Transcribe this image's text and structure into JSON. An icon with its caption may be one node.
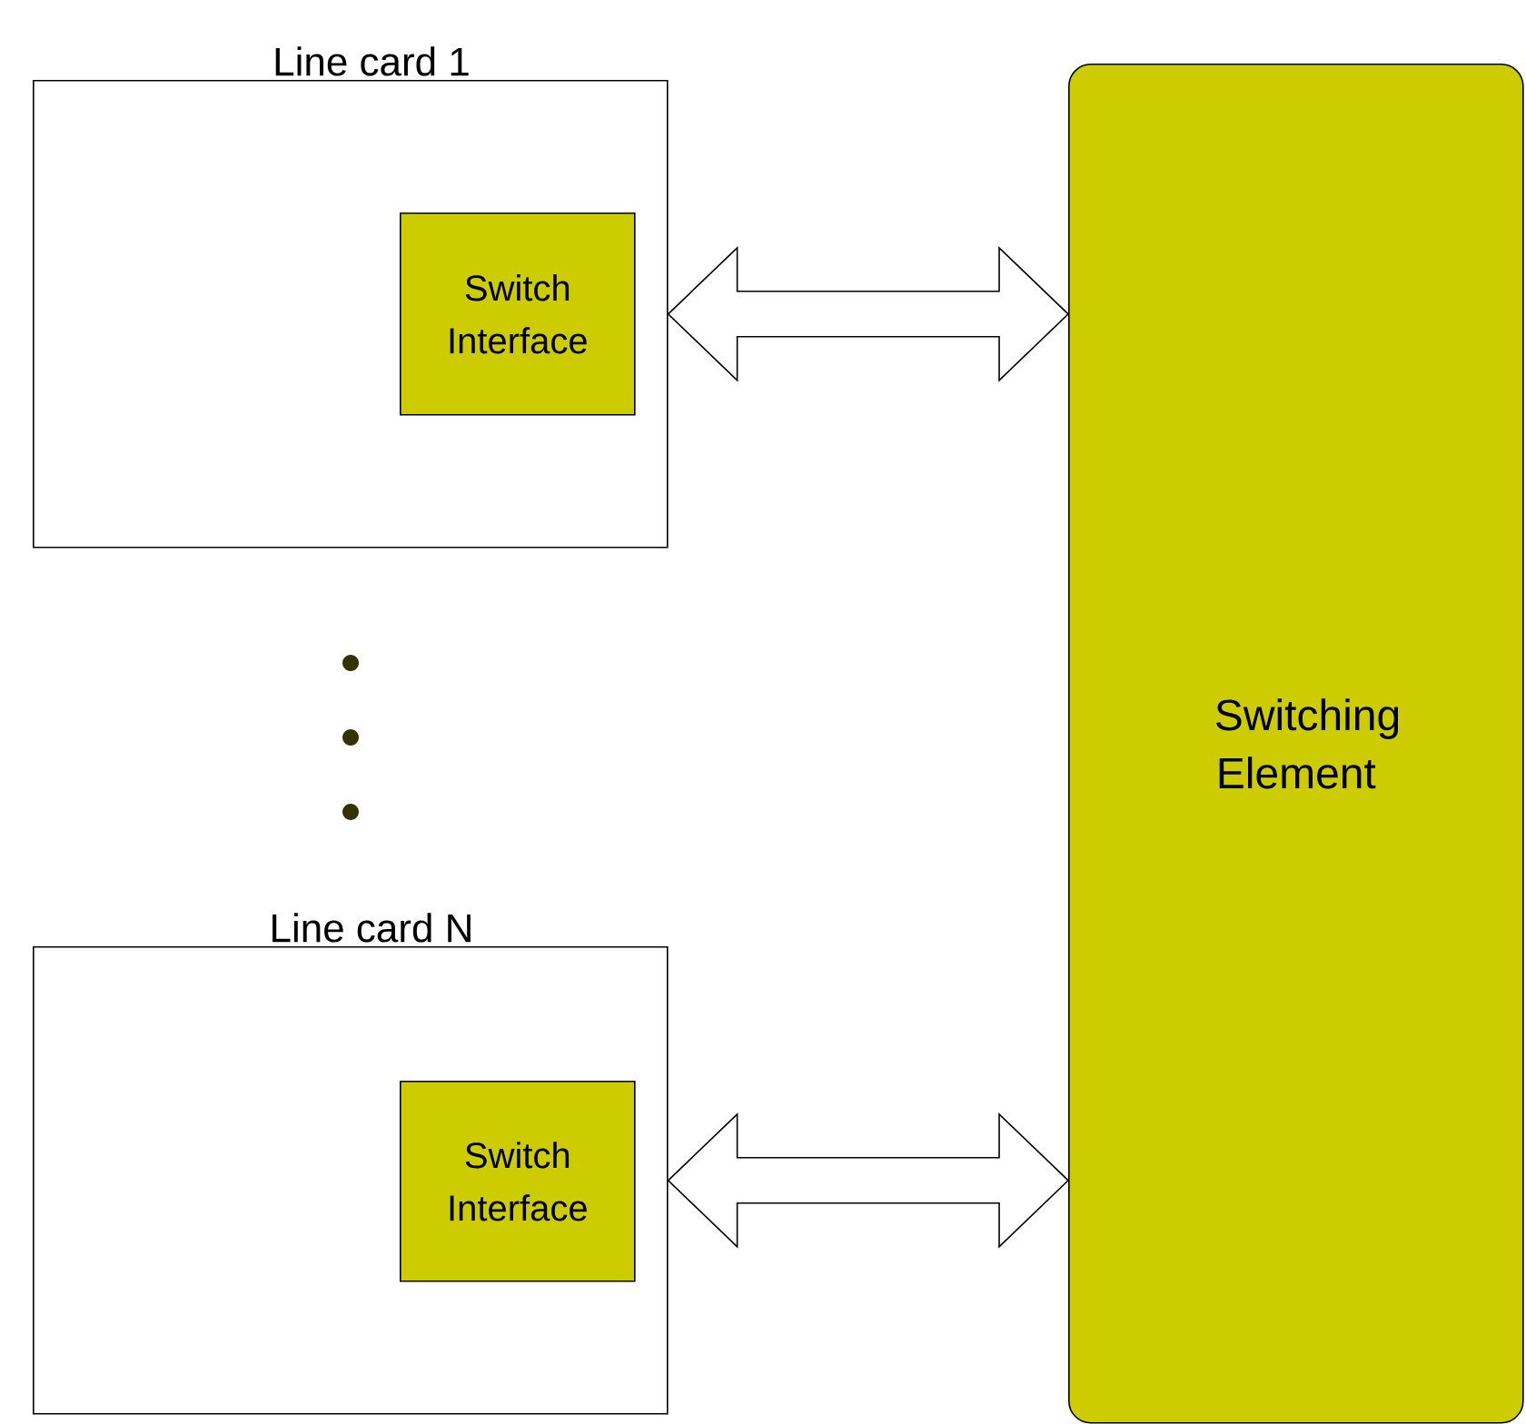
{
  "diagram": {
    "nodes": [
      {
        "text": [
          "Line card 1"
        ]
      },
      {
        "text": [
          "Switch Interface"
        ],
        "in": 0
      },
      {
        "text": [
          "Line card N"
        ]
      },
      {
        "text": [
          "Switch Interface"
        ],
        "in": 2
      },
      {
        "text": [
          "Switching Element"
        ]
      }
    ],
    "edges": [
      {
        "from": 0,
        "to": 4,
        "arrow": "both"
      },
      {
        "from": 2,
        "to": 4,
        "arrow": "both"
      }
    ]
  }
}
